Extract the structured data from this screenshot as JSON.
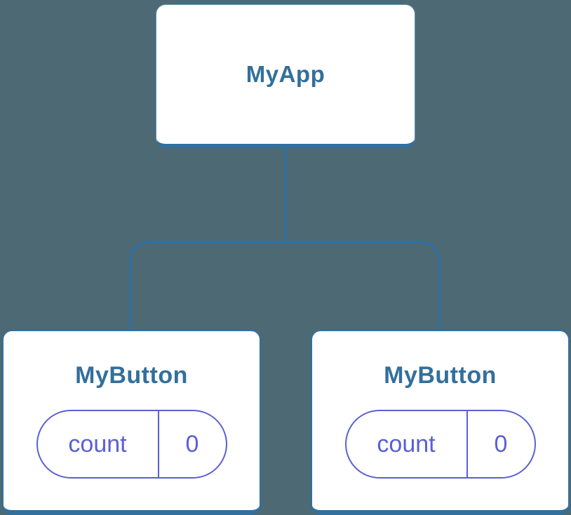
{
  "diagram": {
    "type": "component-tree",
    "colors": {
      "background": "#4d6974",
      "connector_blue": "#31709f",
      "node_label_blue": "#336f9c",
      "state_indigo": "#5a60d4",
      "card_fill": "#ffffff"
    },
    "root": {
      "label": "MyApp"
    },
    "children": [
      {
        "label": "MyButton",
        "state": {
          "key": "count",
          "value": "0"
        }
      },
      {
        "label": "MyButton",
        "state": {
          "key": "count",
          "value": "0"
        }
      }
    ]
  }
}
